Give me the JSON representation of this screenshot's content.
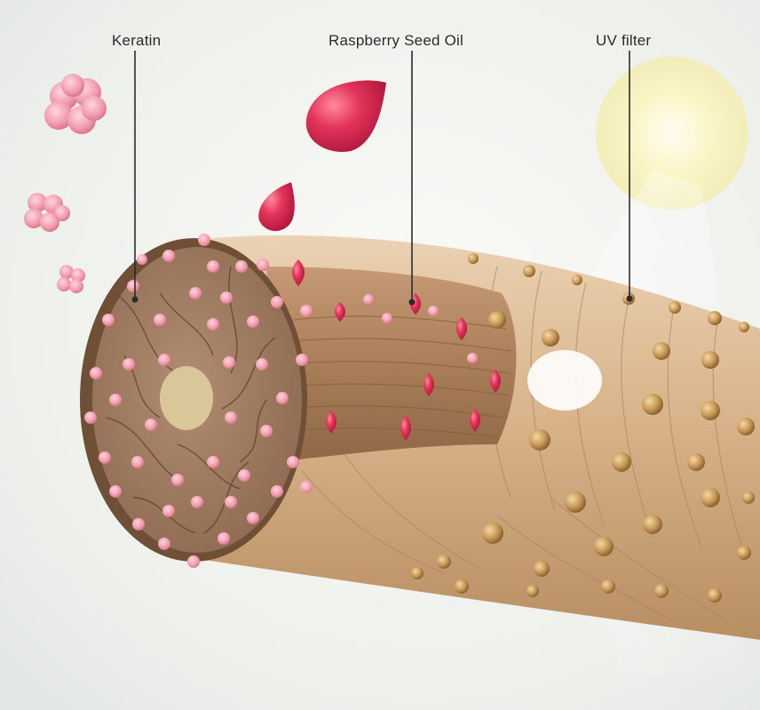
{
  "callouts": [
    {
      "id": "keratin",
      "label": "Keratin"
    },
    {
      "id": "raspberry-seed-oil",
      "label": "Raspberry Seed Oil"
    },
    {
      "id": "uv-filter",
      "label": "UV filter"
    }
  ],
  "colors": {
    "background": "#f3f4f1",
    "hair_fiber": "#d7b48e",
    "hair_cortex": "#b08a66",
    "keratin_particle": "#f2a4b3",
    "oil_droplet": "#e0304f",
    "uv_bead": "#c9a064",
    "uv_sun_glow": "#f6efb4",
    "callout_line": "#2b2b2b"
  },
  "icons": [
    "keratin-cluster-icon",
    "oil-droplet-icon",
    "uv-bead-icon",
    "sun-glow-icon"
  ]
}
